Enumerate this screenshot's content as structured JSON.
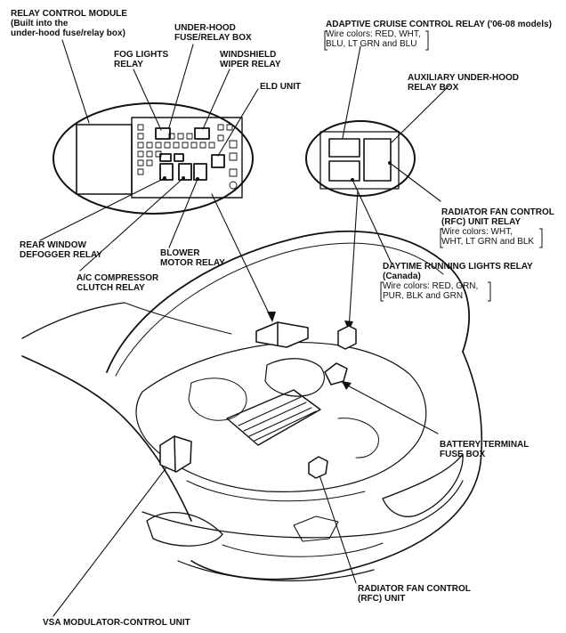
{
  "labels": {
    "rcm": [
      "RELAY CONTROL MODULE",
      "(Built into the",
      "under-hood fuse/relay box)"
    ],
    "underhood_box": [
      "UNDER-HOOD",
      "FUSE/RELAY BOX"
    ],
    "fog": [
      "FOG LIGHTS",
      "RELAY"
    ],
    "wiper": [
      "WINDSHIELD",
      "WIPER RELAY"
    ],
    "eld": [
      "ELD UNIT"
    ],
    "acc_title": "ADAPTIVE CRUISE CONTROL RELAY ('06-08 models)",
    "acc_wires": [
      "Wire colors: RED, WHT,",
      "BLU, LT GRN and BLU"
    ],
    "aux": [
      "AUXILIARY UNDER-HOOD",
      "RELAY BOX"
    ],
    "rfc_relay": [
      "RADIATOR FAN CONTROL",
      "(RFC) UNIT RELAY"
    ],
    "rfc_relay_wires": [
      "Wire colors: WHT,",
      "WHT, LT GRN and BLK"
    ],
    "rear_window": [
      "REAR WINDOW",
      "DEFOGGER RELAY"
    ],
    "blower": [
      "BLOWER",
      "MOTOR RELAY"
    ],
    "ac": [
      "A/C COMPRESSOR",
      "CLUTCH RELAY"
    ],
    "drl_title": "DAYTIME RUNNING LIGHTS RELAY",
    "drl_sub": "(Canada)",
    "drl_wires": [
      "Wire colors: RED, GRN,",
      "PUR, BLK and GRN"
    ],
    "battery": [
      "BATTERY TERMINAL",
      "FUSE BOX"
    ],
    "rfc_unit": [
      "RADIATOR FAN CONTROL",
      "(RFC) UNIT"
    ],
    "vsa": "VSA MODULATOR-CONTROL UNIT"
  },
  "colors": {
    "ink": "#111111",
    "paper": "#ffffff"
  }
}
